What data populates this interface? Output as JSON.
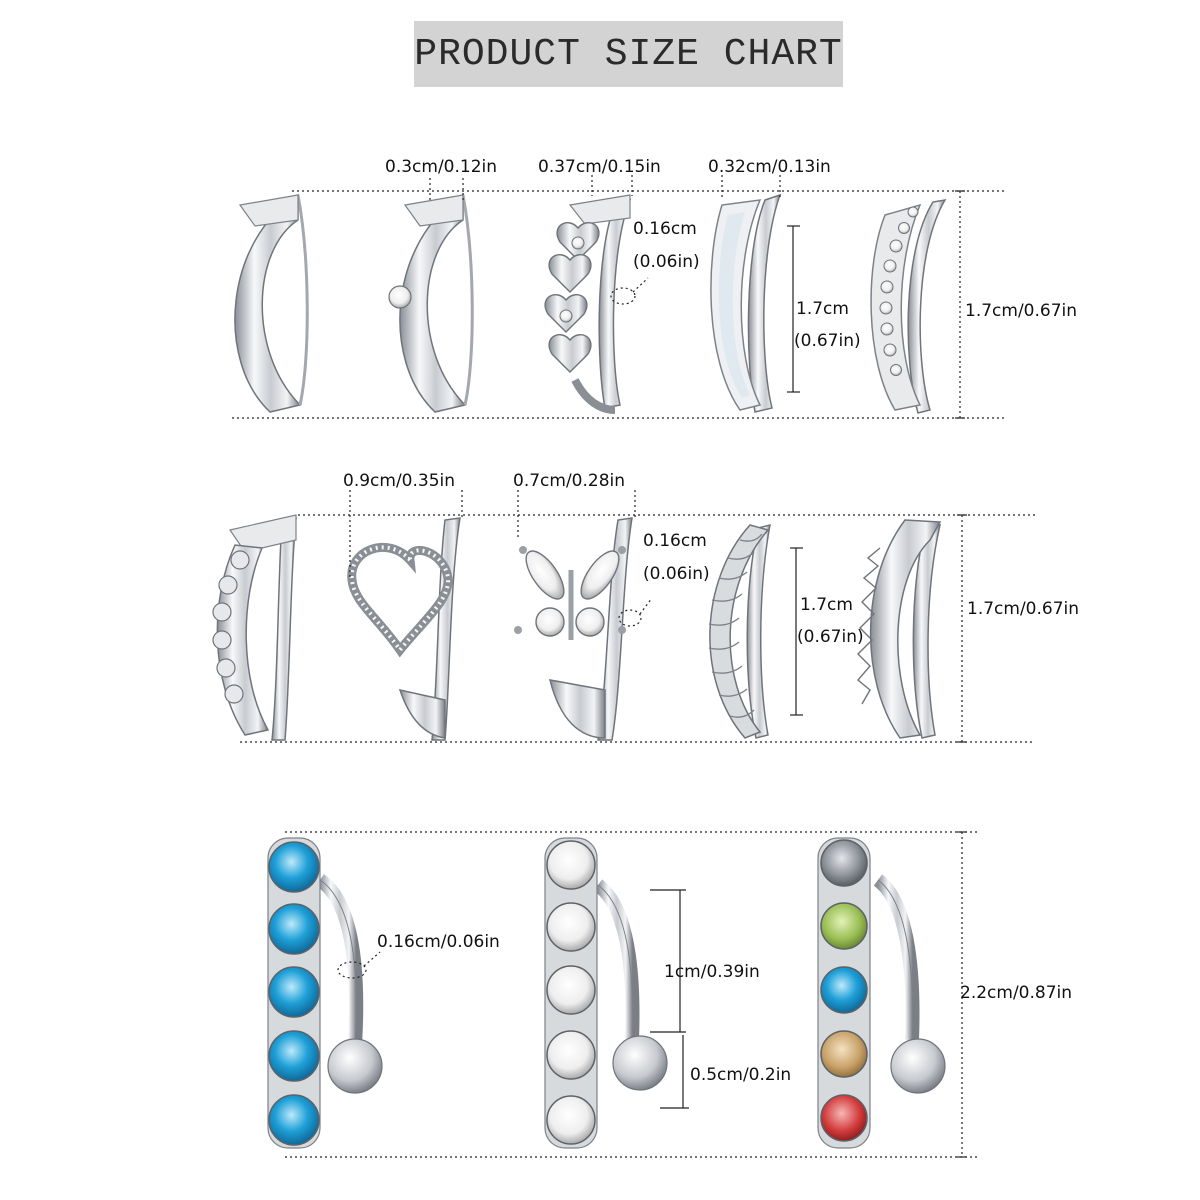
{
  "title": "PRODUCT SIZE CHART",
  "colors": {
    "metal_light": "#f4f5f7",
    "metal_mid": "#c9ccd1",
    "metal_dark": "#7d8289",
    "crystal_blue": "#1fa0d8",
    "crystal_clear": "#f2f2f2",
    "crystal_gray": "#8b9097",
    "crystal_green": "#9bbf55",
    "crystal_amber": "#c9a36a",
    "crystal_red": "#d23b3b"
  },
  "row1": {
    "labels": {
      "gem_width": "0.3cm/0.12in",
      "heart_width": "0.37cm/0.15in",
      "band_width": "0.32cm/0.13in",
      "thickness_cm": "0.16cm",
      "thickness_in": "(0.06in)",
      "inner_height_cm": "1.7cm",
      "inner_height_in": "(0.67in)",
      "total_height": "1.7cm/0.67in"
    }
  },
  "row2": {
    "labels": {
      "heart_width": "0.9cm/0.35in",
      "butterfly_width": "0.7cm/0.28in",
      "thickness_cm": "0.16cm",
      "thickness_in": "(0.06in)",
      "inner_height_cm": "1.7cm",
      "inner_height_in": "(0.67in)",
      "total_height": "1.7cm/0.67in"
    }
  },
  "row3": {
    "labels": {
      "thickness": "0.16cm/0.06in",
      "bar_length": "1cm/0.39in",
      "ball_size": "0.5cm/0.2in",
      "total_height": "2.2cm/0.87in"
    }
  }
}
